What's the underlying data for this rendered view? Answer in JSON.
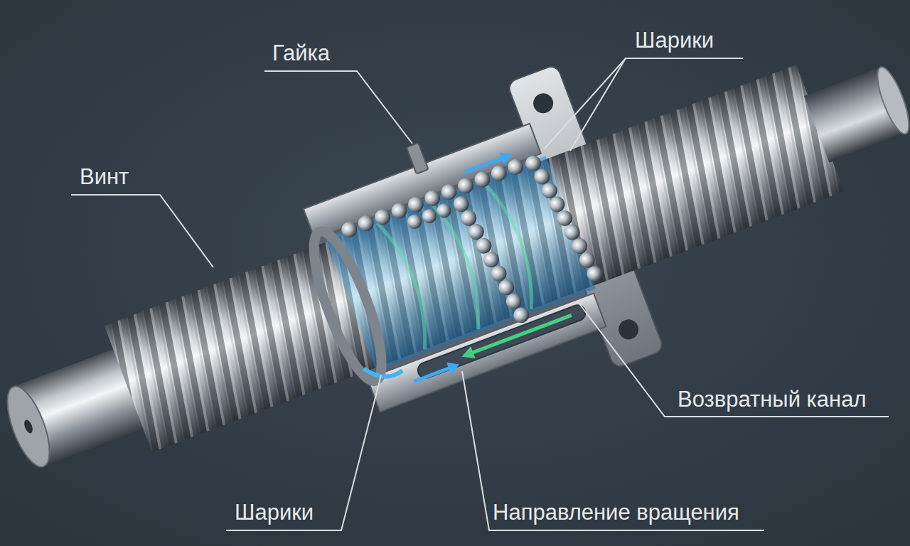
{
  "diagram": {
    "labels": [
      "Гайка",
      "Шарики",
      "Винт",
      "Возвратный канал",
      "Шарики",
      "Направление вращения"
    ]
  }
}
